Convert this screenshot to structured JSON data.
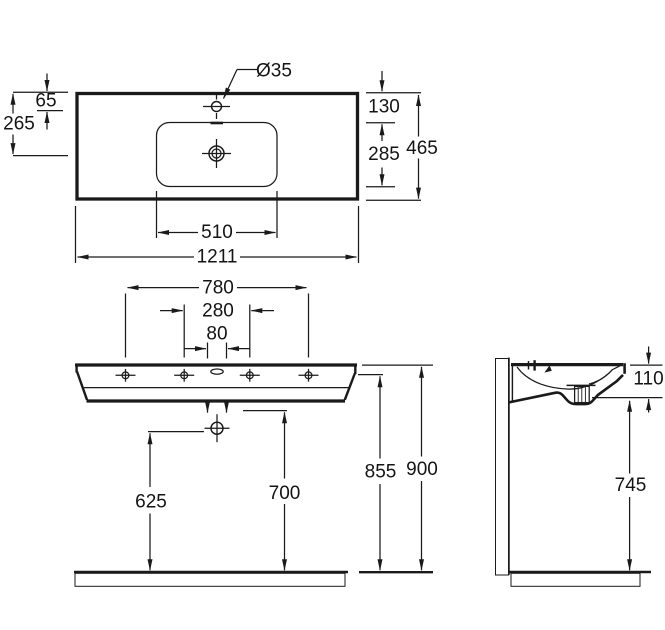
{
  "colors": {
    "background": "#ffffff",
    "line": "#1a1a1a",
    "text": "#141414"
  },
  "views": {
    "top": {
      "labels": {
        "faucet_hole_diameter": "Ø35",
        "front_edge_to_faucet_hole": "65",
        "front_edge_to_drain": "265",
        "front_edge_to_bowl": "130",
        "bowl_front_to_back": "285",
        "overall_depth": "465",
        "bowl_width": "510",
        "overall_width": "1211"
      }
    },
    "front": {
      "labels": {
        "outer_fixing_hole_centres": "780",
        "inner_fixing_hole_centres": "280",
        "tap_hole_centres": "80",
        "floor_to_drain_centre": "625",
        "floor_to_basin_underside": "700",
        "floor_to_rim_underside": "855",
        "floor_to_rim_top": "900"
      }
    },
    "side": {
      "labels": {
        "front_apron_height": "110",
        "floor_to_front_underside": "745"
      }
    }
  }
}
